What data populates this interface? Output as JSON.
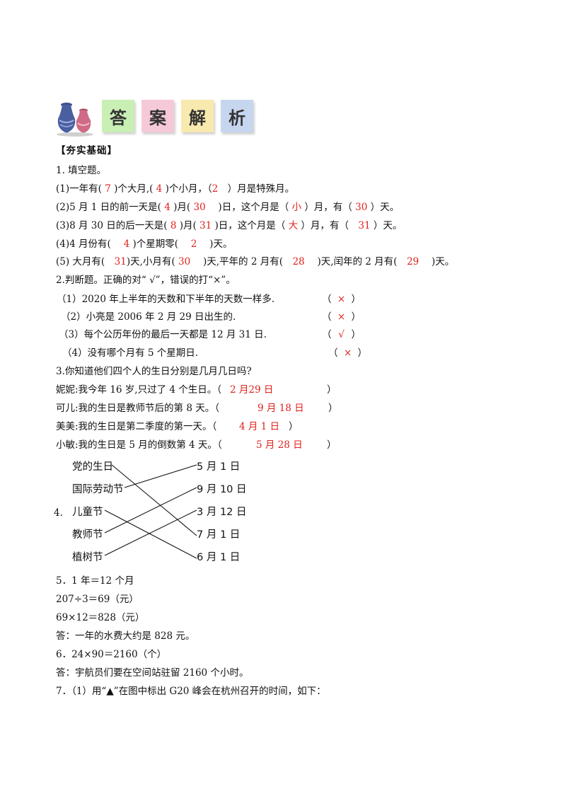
{
  "banner": {
    "chars": [
      "答",
      "案",
      "解",
      "析"
    ]
  },
  "section_title": "【夯实基础】",
  "q1": {
    "title": "1. 填空题。",
    "l1": {
      "a": "(1)一年有(",
      "v1": " 7 ",
      "b": ")个大月,(",
      "v2": " 4 ",
      "c": ")个小月，（",
      "v3": "2",
      "d": "　）月是特殊月。"
    },
    "l2": {
      "a": "(2)5 月 1 日的前一天是(",
      "v1": " 4 ",
      "b": ")月(",
      "v2": " 30 ",
      "c": "　)日，这个月是（",
      "v3": " 小 ",
      "d": "）月，有（",
      "v4": " 30 ",
      "e": "）天。"
    },
    "l3": {
      "a": "(3)8 月 30 日的后一天是(",
      "v1": " 8 ",
      "b": ")月(",
      "v2": " 31 ",
      "c": ")日，这个月是（",
      "v3": " 大 ",
      "d": "）月，有（",
      "v4": "　31 ",
      "e": "）天。"
    },
    "l4": {
      "a": "(4)4 月份有(",
      "v1": "　 4 ",
      "b": ")个星期零(",
      "v2": "　 2 ",
      "c": "　)天。"
    },
    "l5": {
      "a": "(5) 大月有(",
      "v1": "　31",
      "b": ")天,小月有(",
      "v2": " 30 ",
      "c": "　)天,平年的 2 月有(",
      "v3": "　28 ",
      "d": "　)天,闰年的 2 月有(",
      "v4": "　29 ",
      "e": "　)天。"
    }
  },
  "q2": {
    "title": "2.判断题。正确的对“ √”，错误的打“×”。",
    "items": [
      {
        "text": "（1）2020 年上半年的天数和下半年的天数一样多.",
        "open": "（",
        "mark": "×",
        "close": "）"
      },
      {
        "text": "（2）小亮是 2006 年 2 月 29 日出生的.",
        "open": "（",
        "mark": "×",
        "close": "）"
      },
      {
        "text": "（3）每个公历年份的最后一天都是 12 月 31 日.",
        "open": "（",
        "mark": "√",
        "close": "）"
      },
      {
        "text": "（4）没有哪个月有 5 个星期日.",
        "open": "（",
        "mark": "×",
        "close": "）"
      }
    ]
  },
  "q3": {
    "title": "3.你知道他们四个人的生日分别是几月几日吗?",
    "items": [
      {
        "text": "妮妮:我今年 16 岁,只过了 4 个生日。（",
        "answer": "2 月29 日",
        "close": "）"
      },
      {
        "text": "可儿:我的生日是教师节后的第 8 天。（",
        "answer": "9 月 18 日",
        "close": "）"
      },
      {
        "text": "美美:我的生日是第二季度的第一天。（",
        "answer": "4 月 1 日",
        "close": "）"
      },
      {
        "text": "小敏:我的生日是 5 月的倒数第 4 天。（",
        "answer": "5 月 28 日",
        "close": "）"
      }
    ]
  },
  "q4": {
    "number": "4.",
    "left": [
      "党的生日",
      "国际劳动节",
      "儿童节",
      "教师节",
      "植树节"
    ],
    "right": [
      "5 月 1 日",
      "9 月 10 日",
      "3 月 12 日",
      "7 月 1 日",
      "6 月 1 日"
    ]
  },
  "q5": {
    "title": "5．1 年＝12 个月",
    "lines": [
      "207÷3＝69（元）",
      "69×12＝828（元）",
      "答：一年的水费大约是 828 元。"
    ]
  },
  "q6": {
    "title": "6．24×90＝2160（个）",
    "answer": "答：宇航员们要在空间站驻留 2160 个小时。"
  },
  "q7": {
    "title": "7．（1）用“▲”在图中标出 G20 峰会在杭州召开的时间，如下："
  }
}
